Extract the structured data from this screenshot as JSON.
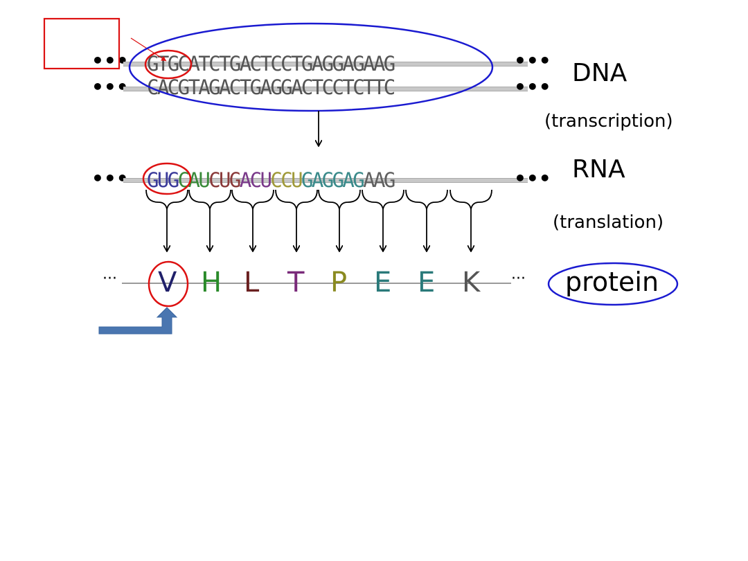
{
  "ellipsis_bold": "•••",
  "ellipsis_thin": "···",
  "dna": {
    "label": "DNA",
    "coding_strand": "GTGCATCTGACTCCTGAGGAGAAG",
    "template_strand": "CACGTAGACTGAGGACTCCTCTTC"
  },
  "transcription_label": "(transcription)",
  "rna": {
    "label": "RNA",
    "codons": [
      "GUG",
      "CAU",
      "CUG",
      "ACU",
      "CCU",
      "GAG",
      "GAG",
      "AAG"
    ]
  },
  "translation_label": "(translation)",
  "protein": {
    "label": "protein",
    "residues": [
      "V",
      "H",
      "L",
      "T",
      "P",
      "E",
      "E",
      "K"
    ]
  },
  "colors": {
    "codon_colors": [
      "#3b3b9a",
      "#3a8a3a",
      "#8a3a3a",
      "#7a3a8a",
      "#a09a3a",
      "#3a8a8a",
      "#3a8a8a",
      "#606060"
    ],
    "residue_colors": [
      "#20206a",
      "#2a8a2a",
      "#6a2020",
      "#7a2a7a",
      "#8a8a20",
      "#2a7a7a",
      "#2a7a7a",
      "#555555"
    ],
    "highlight_red": "#dd1111",
    "highlight_blue": "#1a1ad0",
    "arrow_blue": "#4a76b0"
  }
}
